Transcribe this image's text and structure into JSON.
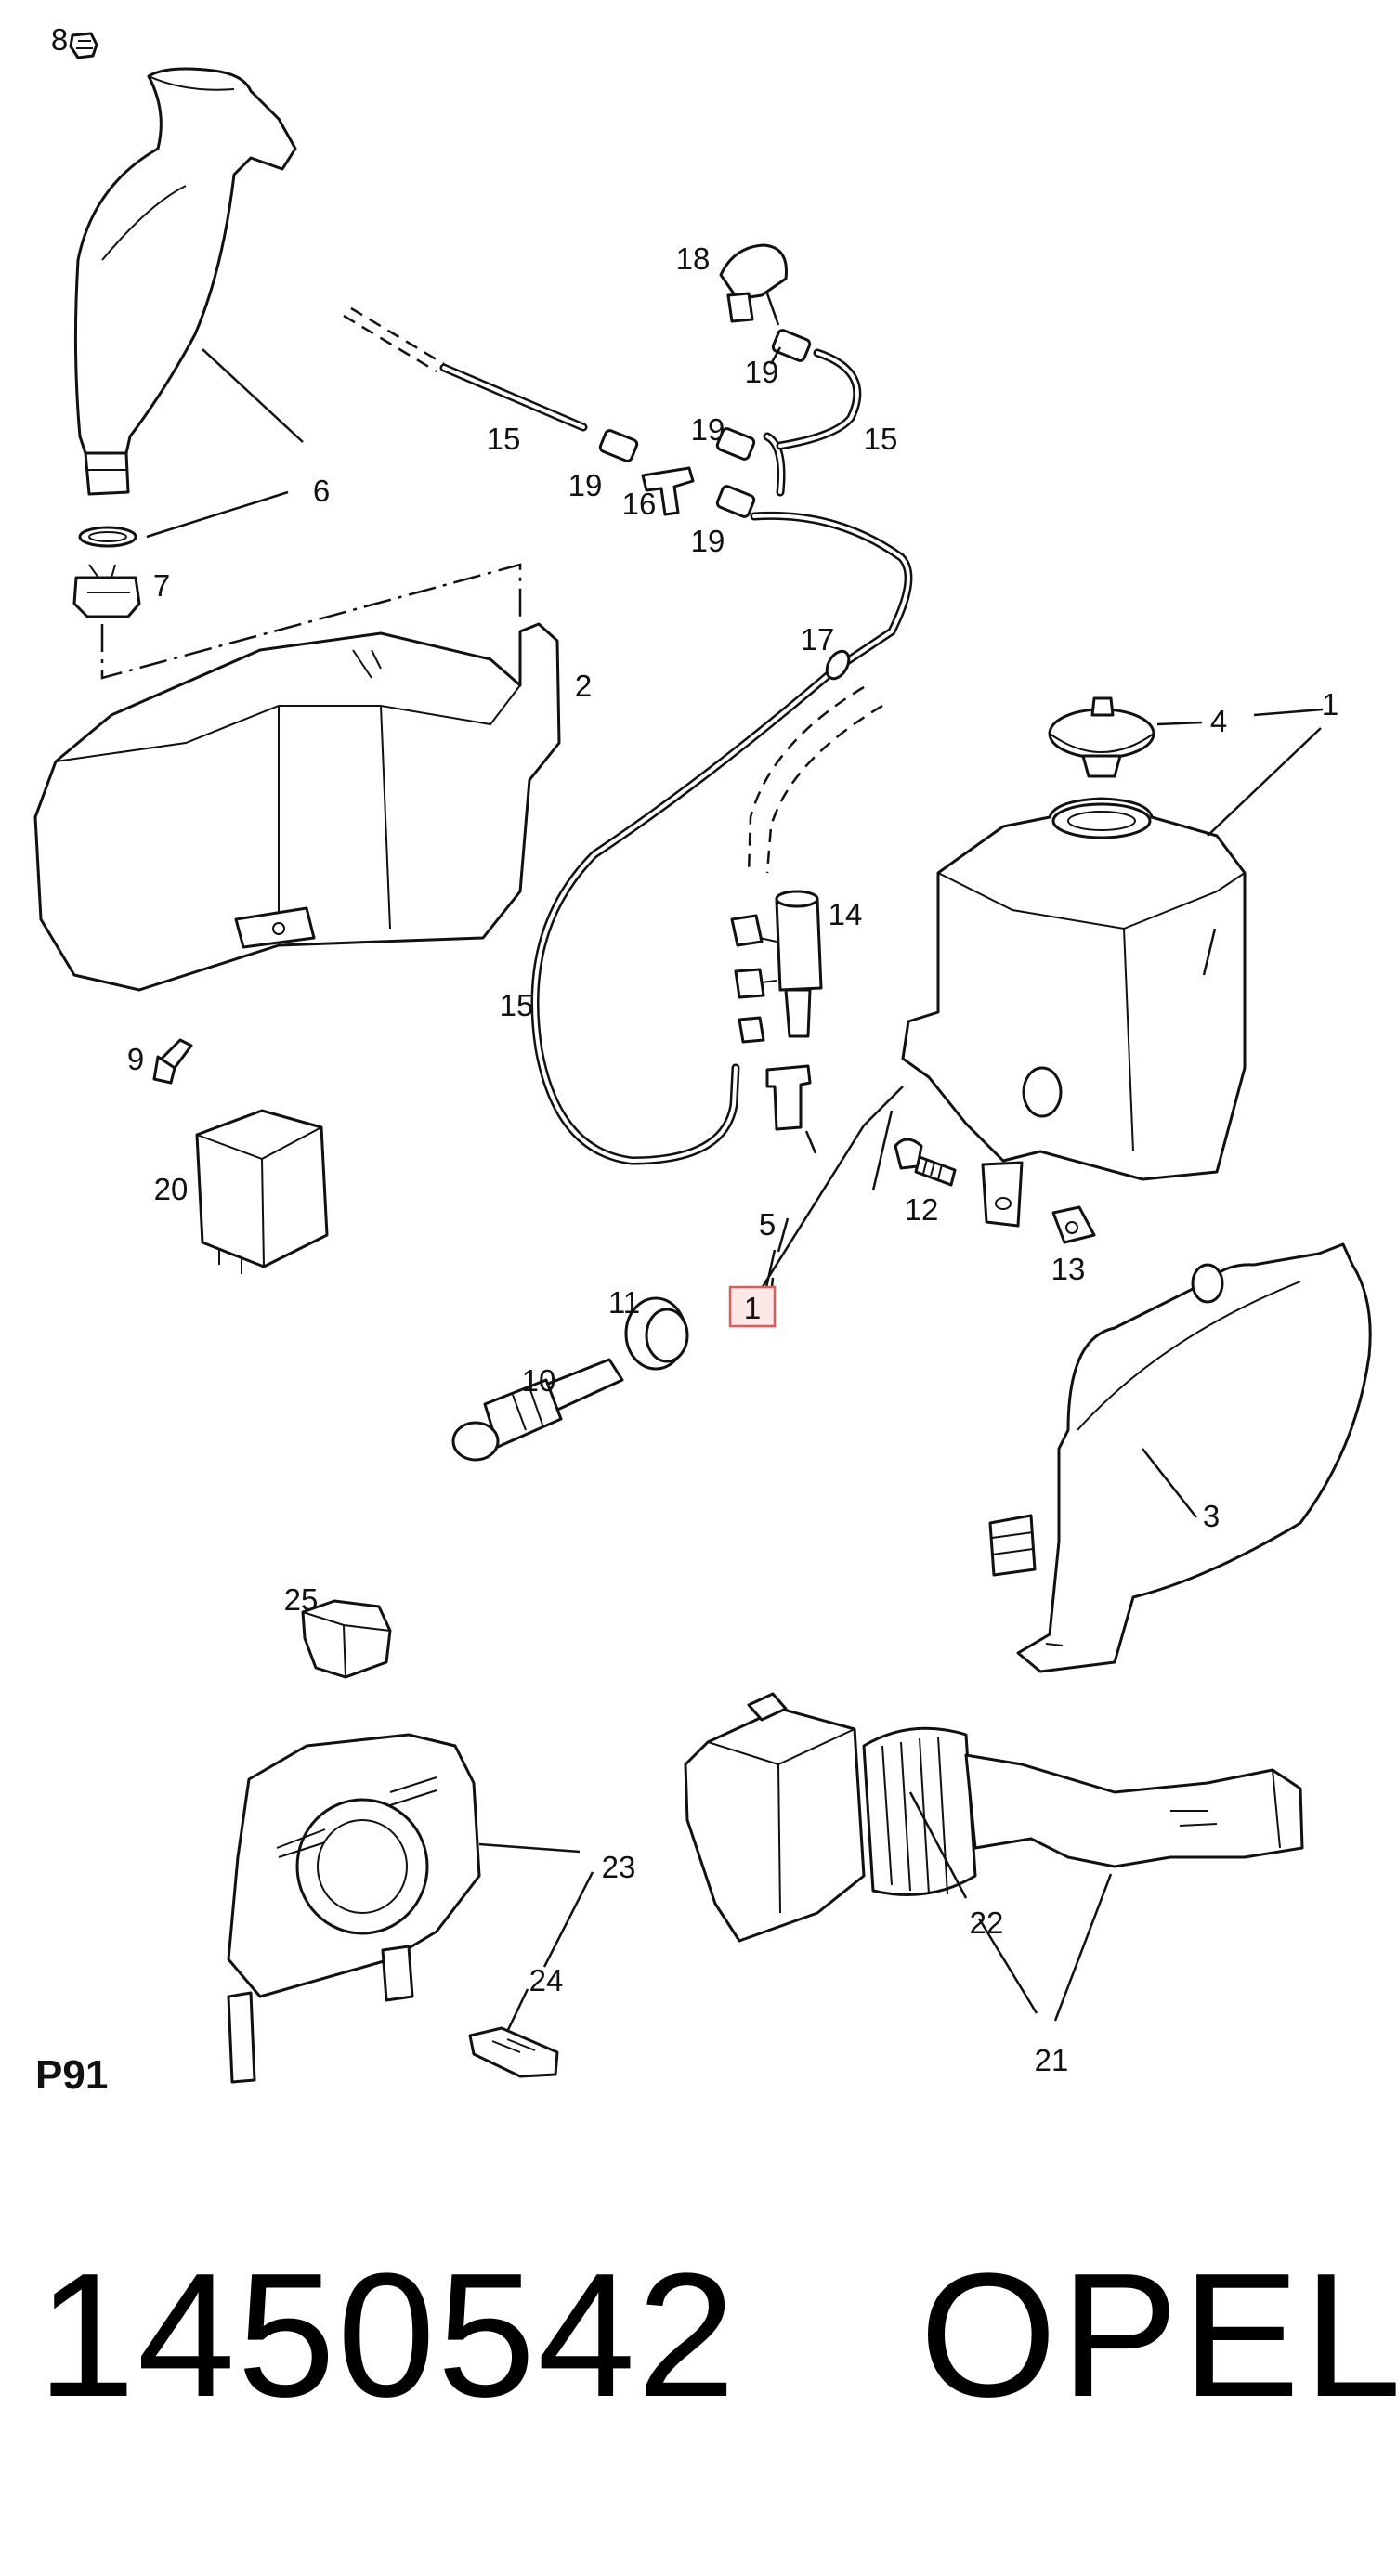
{
  "callouts": [
    {
      "id": "c8",
      "text": "8"
    },
    {
      "id": "c6",
      "text": "6"
    },
    {
      "id": "c7",
      "text": "7"
    },
    {
      "id": "c2",
      "text": "2"
    },
    {
      "id": "c18",
      "text": "18"
    },
    {
      "id": "c19a",
      "text": "19"
    },
    {
      "id": "c15a",
      "text": "15"
    },
    {
      "id": "c15b",
      "text": "15"
    },
    {
      "id": "c19b",
      "text": "19"
    },
    {
      "id": "c19c",
      "text": "19"
    },
    {
      "id": "c16",
      "text": "16"
    },
    {
      "id": "c19d",
      "text": "19"
    },
    {
      "id": "c17",
      "text": "17"
    },
    {
      "id": "c4",
      "text": "4"
    },
    {
      "id": "c1a",
      "text": "1"
    },
    {
      "id": "c14",
      "text": "14"
    },
    {
      "id": "c15c",
      "text": "15"
    },
    {
      "id": "c9",
      "text": "9"
    },
    {
      "id": "c20",
      "text": "20"
    },
    {
      "id": "c12",
      "text": "12"
    },
    {
      "id": "c13",
      "text": "13"
    },
    {
      "id": "c5",
      "text": "5"
    },
    {
      "id": "c1b",
      "text": "1"
    },
    {
      "id": "c11",
      "text": "11"
    },
    {
      "id": "c10",
      "text": "10"
    },
    {
      "id": "c3",
      "text": "3"
    },
    {
      "id": "c25",
      "text": "25"
    },
    {
      "id": "c23",
      "text": "23"
    },
    {
      "id": "c24",
      "text": "24"
    },
    {
      "id": "c22",
      "text": "22"
    },
    {
      "id": "c21",
      "text": "21"
    }
  ],
  "highlight_color": "#e05a5a",
  "section_code": "P91",
  "part_number": "1450542",
  "brand": "OPEL"
}
